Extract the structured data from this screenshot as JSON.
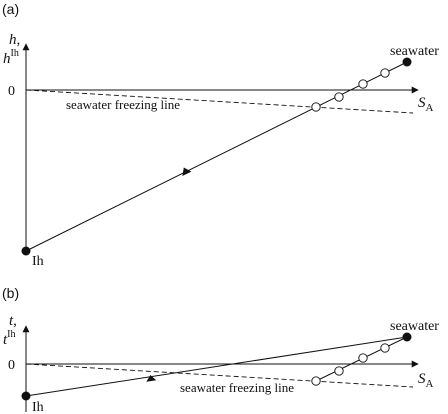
{
  "panel_a": {
    "tag": "(a)",
    "y_axis_main": "h",
    "y_axis_comma": ",",
    "y_axis_second": "h",
    "y_axis_second_sup": "Ih",
    "zero_tick": "0",
    "x_axis_main": "S",
    "x_axis_sub": "A",
    "point_top_label": "seawater",
    "point_bottom_label": "Ih",
    "dashed_line_label": "seawater freezing line"
  },
  "panel_b": {
    "tag": "(b)",
    "y_axis_main": "t",
    "y_axis_comma": ",",
    "y_axis_second": "t",
    "y_axis_second_sup": "Ih",
    "zero_tick": "0",
    "x_axis_main": "S",
    "x_axis_sub": "A",
    "point_top_label": "seawater",
    "point_bottom_label": "Ih",
    "dashed_line_label": "seawater freezing line"
  },
  "colors": {
    "ink": "#111111"
  }
}
